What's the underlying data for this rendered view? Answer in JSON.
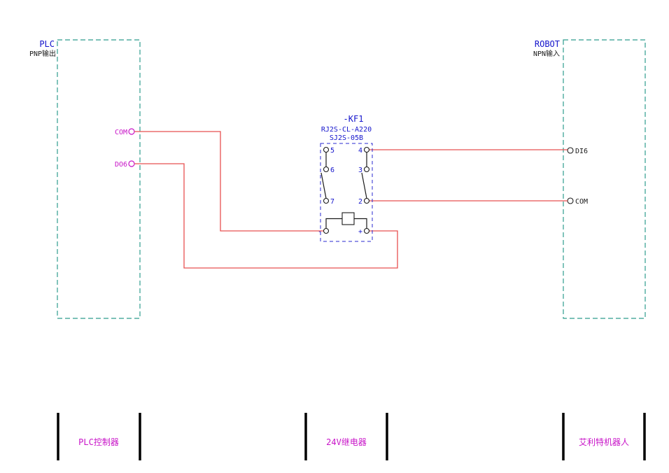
{
  "plc": {
    "title": "PLC",
    "subtitle": "PNP输出",
    "terminals": {
      "com": "COM",
      "do6": "DO6"
    }
  },
  "robot": {
    "title": "ROBOT",
    "subtitle": "NPN输入",
    "terminals": {
      "di6": "DI6",
      "com": "COM"
    }
  },
  "relay": {
    "tag": "-KF1",
    "model_line1": "RJ2S-CL-A220",
    "model_line2": "SJ2S-05B",
    "pins": {
      "p5": "5",
      "p6": "6",
      "p7": "7",
      "p4": "4",
      "p3": "3",
      "p2": "2",
      "minus": "-",
      "plus": "+"
    }
  },
  "zones": {
    "plc": "PLC控制器",
    "relay": "24V继电器",
    "robot": "艾利特机器人"
  },
  "colors": {
    "frame_teal": "#2e9c8e",
    "label_blue": "#1414cc",
    "label_magenta": "#c814c8",
    "wire_red": "#e85050",
    "line_black": "#1a1a1a"
  }
}
